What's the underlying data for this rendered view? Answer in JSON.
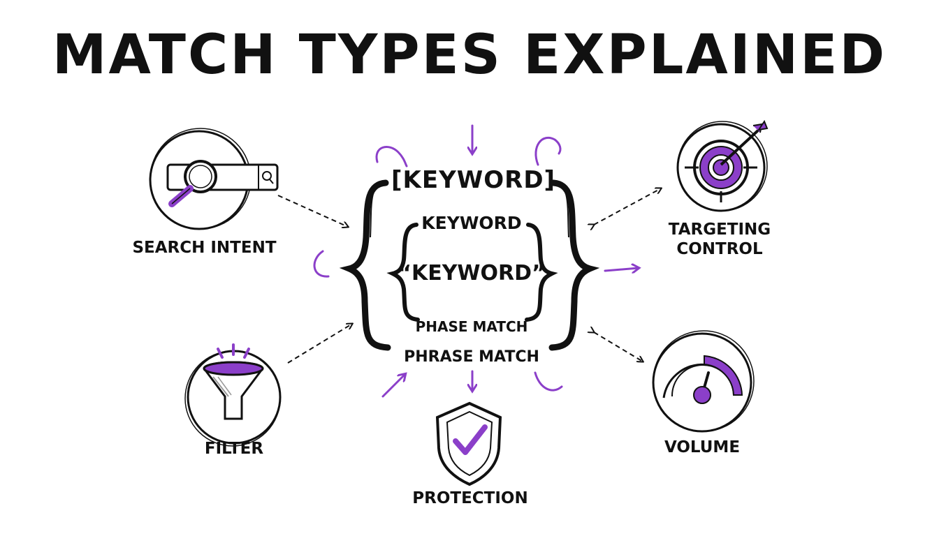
{
  "title": "MATCH TYPES EXPLAINED",
  "center": {
    "exact": "[KEYWORD]",
    "broad": "KEYWORD",
    "phrase_quoted": "“KEYWORD”",
    "phase_match": "PHASE MATCH",
    "phrase_match": "PHRASE MATCH"
  },
  "nodes": {
    "search_intent": "SEARCH INTENT",
    "filter": "FILTER",
    "protection": "PROTECTION",
    "targeting_line1": "TARGETING",
    "targeting_line2": "CONTROL",
    "volume": "VOLUME"
  },
  "colors": {
    "accent": "#8b3fc9",
    "ink": "#111111"
  },
  "icons": [
    "search-icon",
    "magnifier-icon",
    "funnel-icon",
    "shield-check-icon",
    "target-arrow-icon",
    "gauge-icon"
  ]
}
